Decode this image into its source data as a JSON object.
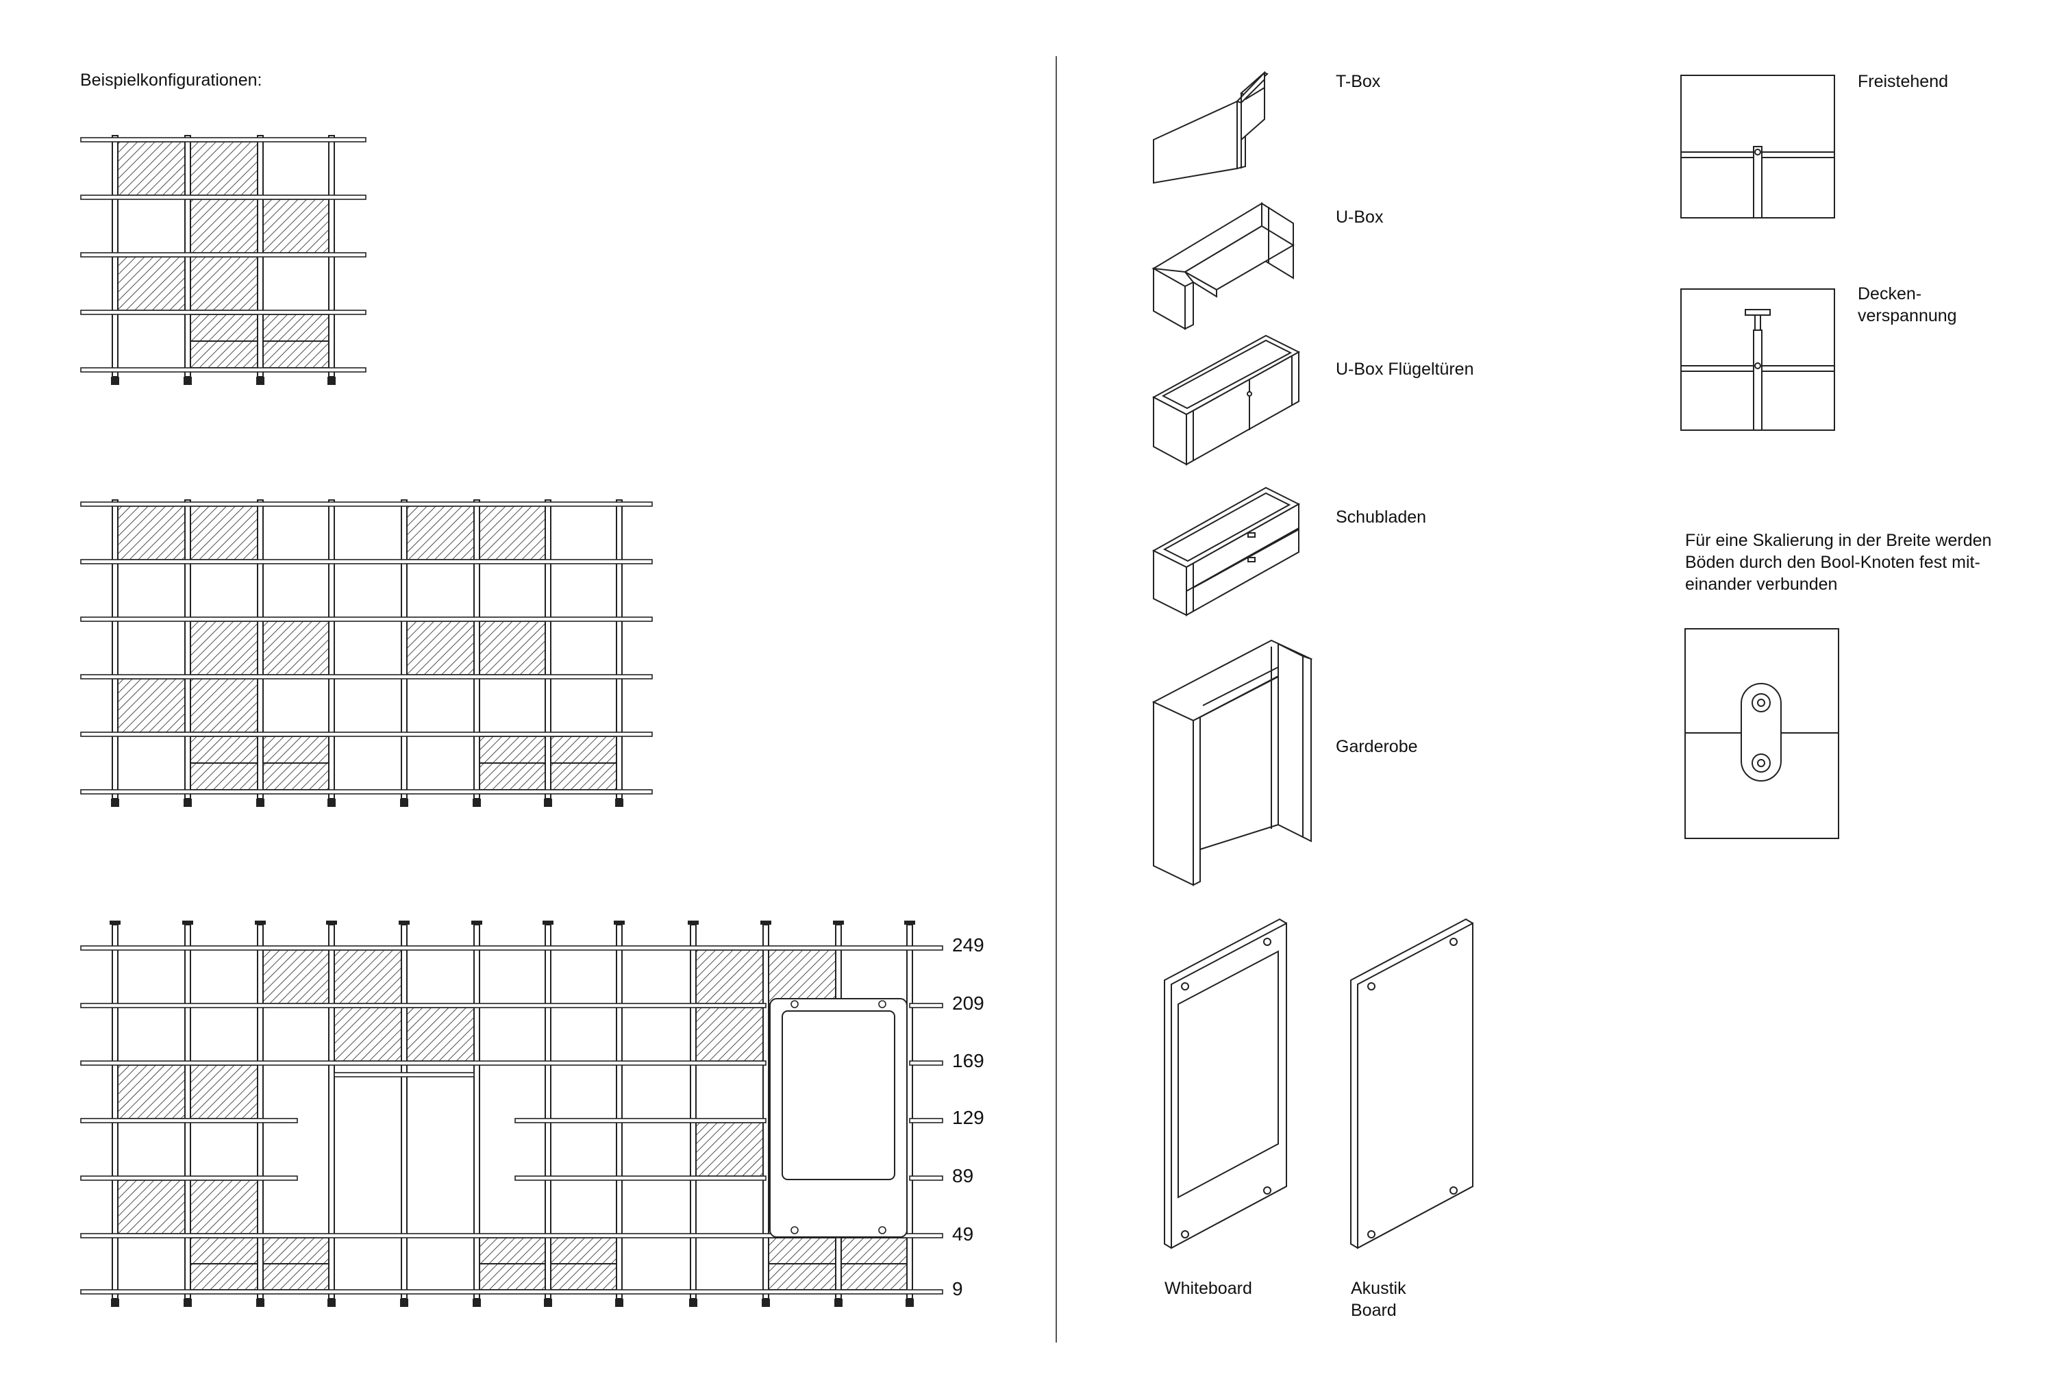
{
  "header": {
    "title": "Beispielkonfigurationen:"
  },
  "height_scale": [
    "249",
    "209",
    "169",
    "129",
    "89",
    "49",
    "9"
  ],
  "modules": {
    "t_box": "T-Box",
    "u_box": "U-Box",
    "u_box_doors": "U-Box Flügeltüren",
    "drawers": "Schubladen",
    "wardrobe": "Garderobe",
    "whiteboard": "Whiteboard",
    "acoustic_line1": "Akustik",
    "acoustic_line2": "Board"
  },
  "mounting": {
    "freestanding": "Freistehend",
    "ceiling_line1": "Decken-",
    "ceiling_line2": "verspannung"
  },
  "scaling_note": {
    "line1": "Für eine Skalierung in der Breite werden",
    "line2": "Böden durch den Bool-Knoten fest mit-",
    "line3": "einander verbunden"
  }
}
